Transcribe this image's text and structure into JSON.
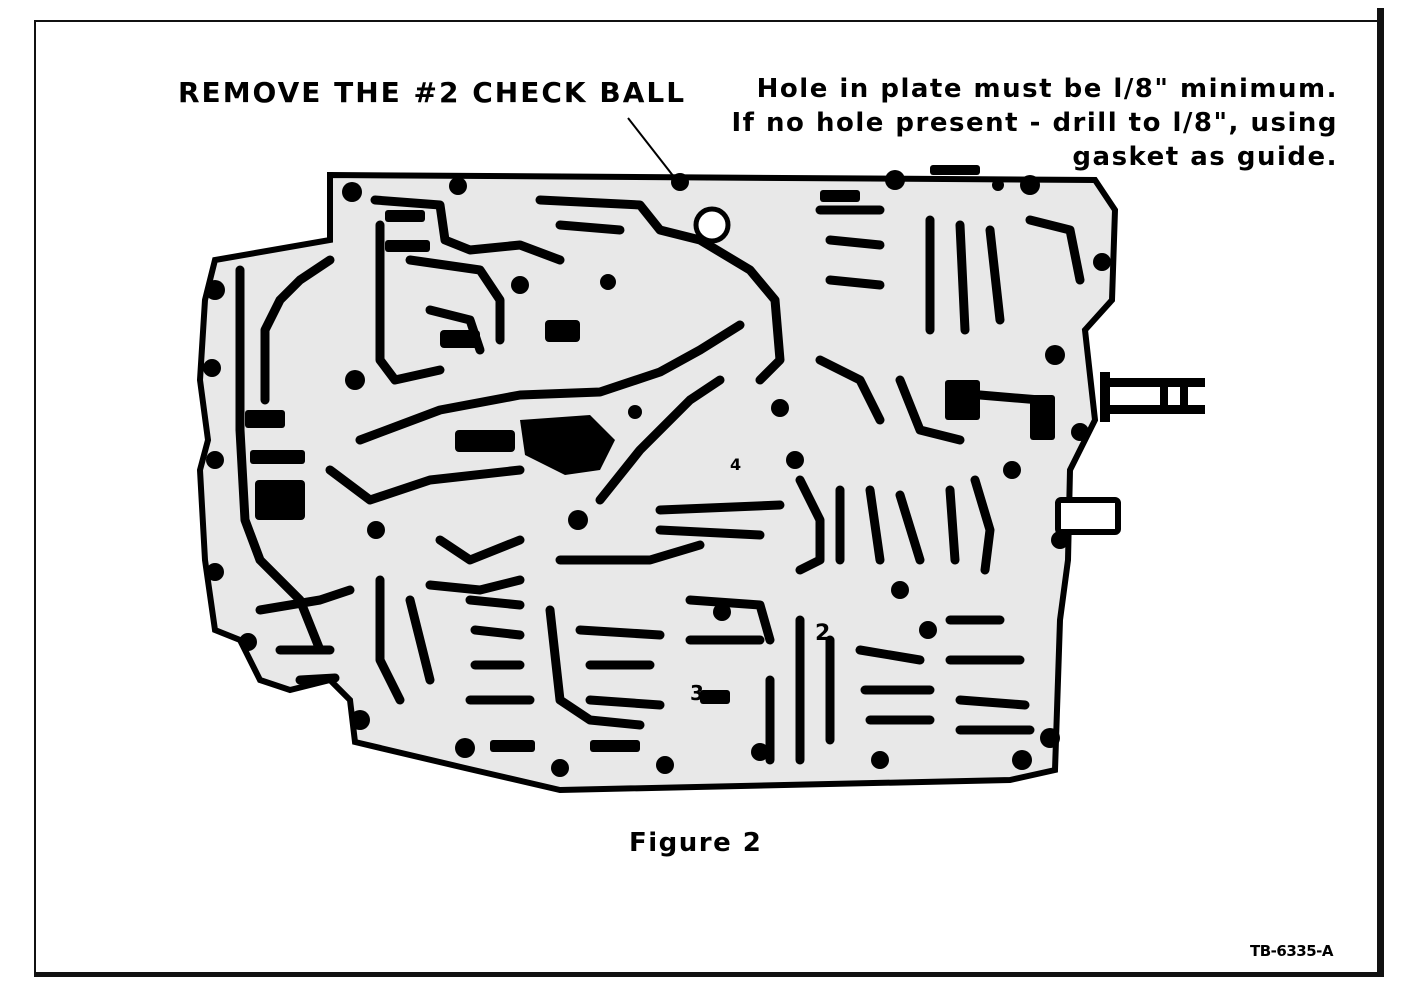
{
  "callouts": {
    "check_ball": "REMOVE THE #2 CHECK BALL",
    "hole_note_line1": "Hole in plate must be l/8\" minimum.",
    "hole_note_line2": "If no hole present - drill to l/8\", using",
    "hole_note_line3": "gasket as guide."
  },
  "caption": "Figure 2",
  "reference_code": "TB-6335-A",
  "plate_markings": {
    "marker_a": "4",
    "marker_b": "2",
    "marker_c": "3"
  }
}
